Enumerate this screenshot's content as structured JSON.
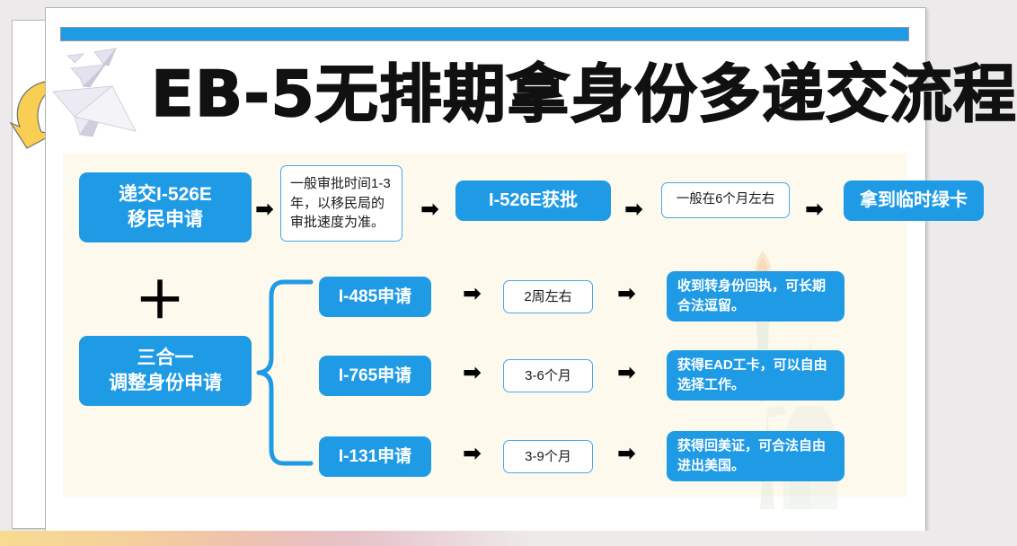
{
  "title": "EB-5无排期拿身份多递交流程",
  "colors": {
    "accent_blue": "#1f9be6",
    "panel_beige": "#fdf9ec",
    "outline_blue": "#4aa8e8",
    "card_white": "#ffffff",
    "page_gray": "#eceaea",
    "curl_yellow": "#f8cf53"
  },
  "decorations": {
    "paper_planes": "paper-planes-icon",
    "statue_of_liberty": "statue-of-liberty-watermark",
    "curl_arrow": "curved-arrow-icon",
    "plus_sign": "＋"
  },
  "row1": {
    "submit_label": "递交I-526E\n移民申请",
    "submit_line1": "递交I-526E",
    "submit_line2": "移民申请",
    "time1": "一般审批时间1-3年，以移民局的审批速度为准。",
    "approved": "I-526E获批",
    "time2": "一般在6个月左右",
    "green_card": "拿到临时绿卡",
    "arrow": "➡"
  },
  "row2": {
    "combo_line1": "三合一",
    "combo_line2": "调整身份申请",
    "arrow": "➡"
  },
  "branches": [
    {
      "application": "I-485申请",
      "duration": "2周左右",
      "result": "收到转身份回执，可长期合法逗留。"
    },
    {
      "application": "I-765申请",
      "duration": "3-6个月",
      "result": "获得EAD工卡，可以自由选择工作。"
    },
    {
      "application": "I-131申请",
      "duration": "3-9个月",
      "result": "获得回美证，可合法自由进出美国。"
    }
  ]
}
